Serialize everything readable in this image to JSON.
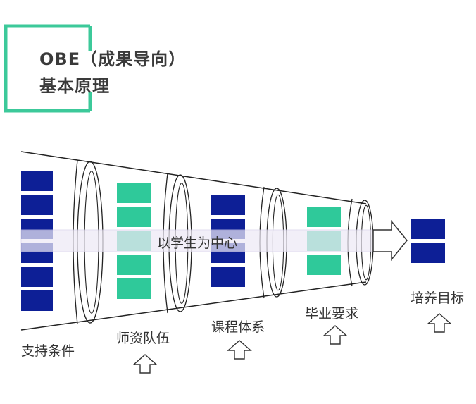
{
  "heading": {
    "line1": "OBE（成果导向）",
    "line2": "基本原理"
  },
  "center_label": "以学生为中心",
  "stages": [
    {
      "label": "支持条件",
      "color": "#0d1f96",
      "blocks": 6
    },
    {
      "label": "师资队伍",
      "color": "#2fc99a",
      "blocks": 5
    },
    {
      "label": "课程体系",
      "color": "#0d1f96",
      "blocks": 4
    },
    {
      "label": "毕业要求",
      "color": "#2fc99a",
      "blocks": 3
    },
    {
      "label": "培养目标",
      "color": "#0d1f96",
      "blocks": 2
    }
  ],
  "colors": {
    "accent_frame": "#3cc99a",
    "navy": "#0d1f96",
    "green": "#2fc99a",
    "band": "#eeeaf6"
  },
  "icons": [
    "up-arrow-icon",
    "right-arrow-icon"
  ]
}
